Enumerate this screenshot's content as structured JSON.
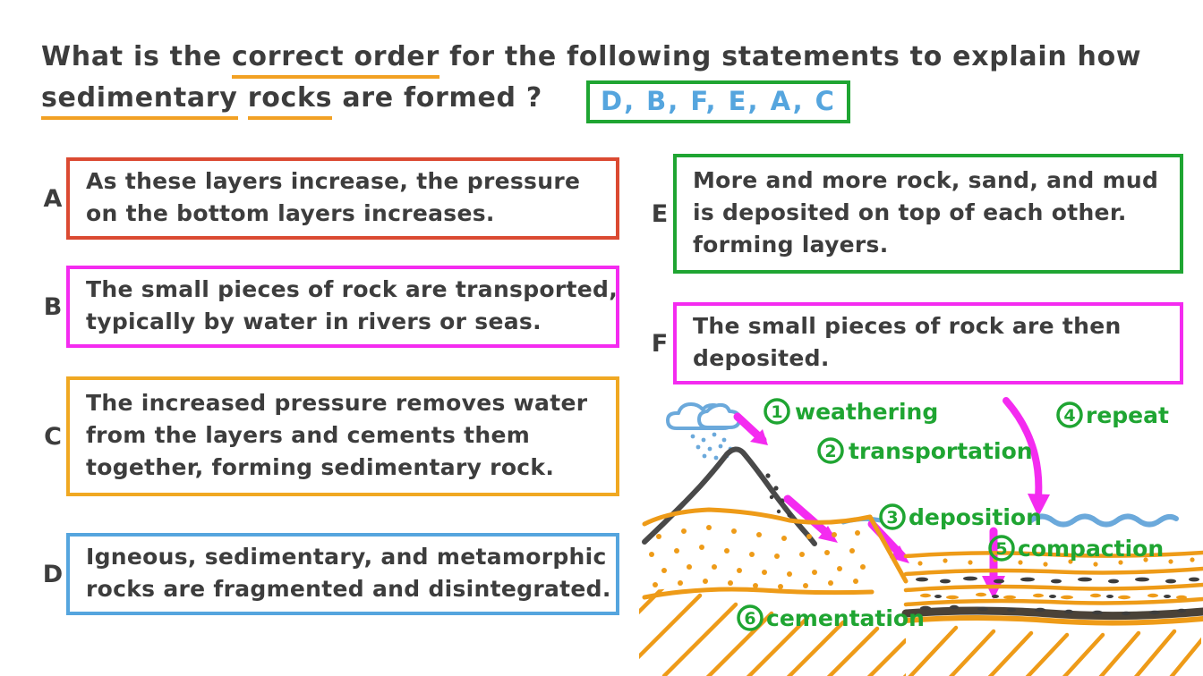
{
  "question": {
    "line1_parts": [
      {
        "text": "What is the ",
        "underline": false
      },
      {
        "text": "correct order",
        "underline": true
      },
      {
        "text": " for the ",
        "underline": false
      },
      {
        "text": "following",
        "underline": false
      },
      {
        "text": " ",
        "underline": false
      },
      {
        "text": "statements",
        "underline": false
      },
      {
        "text": " to explain  how",
        "underline": false
      }
    ],
    "line1_a": "What is the ",
    "line1_b": "correct order",
    "line1_c": " for the following statements to explain  how",
    "line2_a": "sedimentary",
    "line2_b": " ",
    "line2_c": "rocks",
    "line2_d": " are formed ?",
    "underline_color": "#F2A124"
  },
  "answer": {
    "text": "D, B, F, E, A, C",
    "text_color": "#55A5DE",
    "border_color": "#1FA532"
  },
  "statements": [
    {
      "letter": "A",
      "border_color": "#DB4A32",
      "lines": [
        "As these layers increase, the pressure",
        "on the bottom layers increases."
      ]
    },
    {
      "letter": "B",
      "border_color": "#F42BF0",
      "lines": [
        "The small pieces of rock are transported,",
        "typically by water in rivers or seas."
      ]
    },
    {
      "letter": "C",
      "border_color": "#F0A822",
      "lines": [
        "The increased pressure removes water",
        "from the layers and cements them",
        "together, forming sedimentary rock."
      ]
    },
    {
      "letter": "D",
      "border_color": "#55A5DE",
      "lines": [
        "Igneous, sedimentary, and metamorphic",
        "rocks are fragmented and disintegrated."
      ]
    },
    {
      "letter": "E",
      "border_color": "#1FA532",
      "lines": [
        "More and more rock, sand, and mud",
        "is deposited on top of each other.",
        "forming layers."
      ]
    },
    {
      "letter": "F",
      "border_color": "#F42BF0",
      "lines": [
        "The small pieces of rock are  then",
        "deposited."
      ]
    }
  ],
  "diagram": {
    "steps": [
      {
        "number": "1",
        "label": "weathering"
      },
      {
        "number": "2",
        "label": "transportation"
      },
      {
        "number": "3",
        "label": "deposition"
      },
      {
        "number": "4",
        "label": "repeat"
      },
      {
        "number": "5",
        "label": "compaction"
      },
      {
        "number": "6",
        "label": "cementation"
      }
    ],
    "colors": {
      "label": "#1FA532",
      "arrow": "#F42BF0",
      "water": "#6BA9DB",
      "cloud": "#6BA9DB",
      "mountain": "#494949",
      "sediment": "#EE9B18",
      "bedrock_dark": "#4A4238"
    }
  }
}
